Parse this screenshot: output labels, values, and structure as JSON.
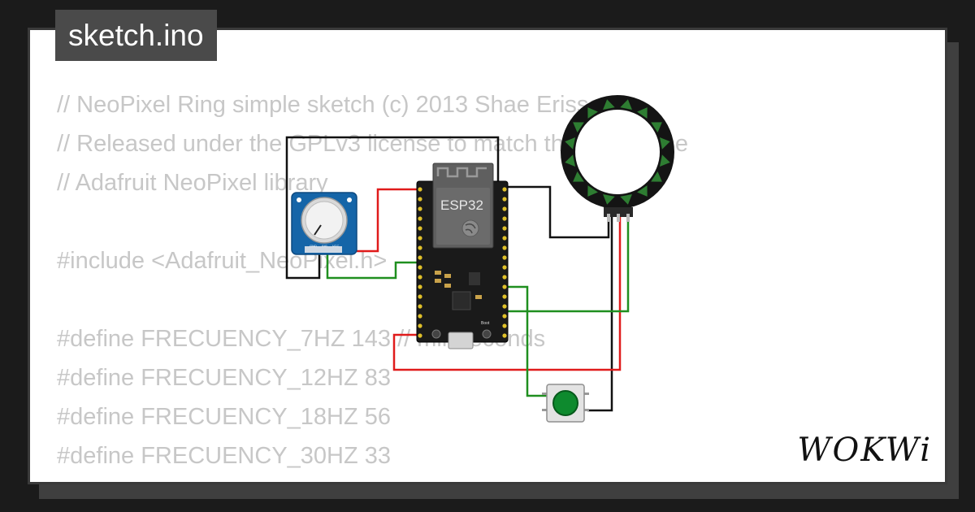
{
  "tab": {
    "filename": "sketch.ino"
  },
  "code": {
    "lines": [
      "// NeoPixel Ring simple sketch (c) 2013 Shae Erisson",
      "// Released under the GPLv3 license to match the rest of the",
      "// Adafruit NeoPixel library",
      "",
      "#include <Adafruit_NeoPixel.h>",
      "",
      "#define FRECUENCY_7HZ 143 // milliseconds",
      "#define FRECUENCY_12HZ 83",
      "#define FRECUENCY_18HZ 56",
      "#define FRECUENCY_30HZ 33"
    ]
  },
  "board": {
    "label": "ESP32",
    "boot_label": "Boot"
  },
  "potentiometer": {
    "pin_labels": [
      "GND",
      "SIG",
      "VCC"
    ]
  },
  "neopixel_ring": {
    "pixel_count": 16
  },
  "brand": {
    "logo": "WOKWi"
  },
  "colors": {
    "background": "#1b1b1b",
    "card": "#ffffff",
    "tab": "#4a4a4a",
    "code_text": "#c7c7c7",
    "wire_red": "#e01b1b",
    "wire_green": "#1f8f1f",
    "wire_black": "#111111",
    "pcb_blue": "#1565a8",
    "button_green": "#0e8a2e"
  }
}
